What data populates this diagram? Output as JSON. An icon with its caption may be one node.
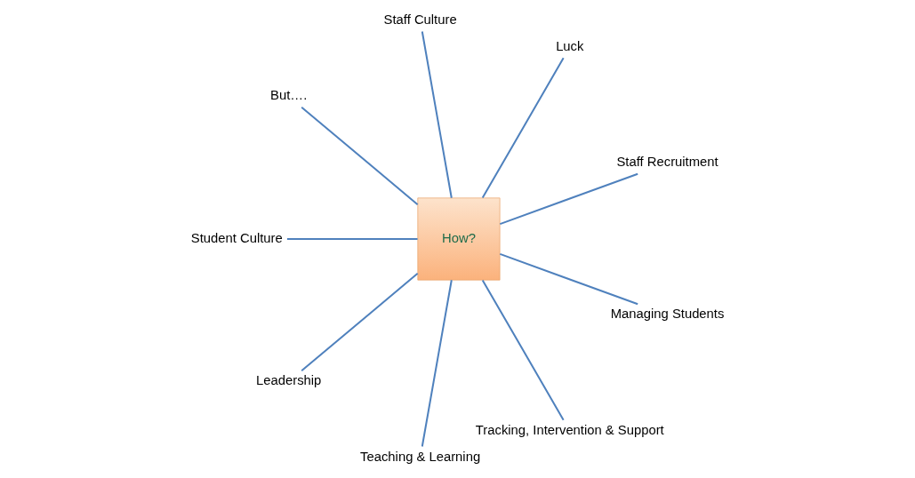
{
  "diagram": {
    "nodes": [
      {
        "text": [
          "How?"
        ]
      },
      {
        "text": [
          "Staff Recruitment"
        ]
      },
      {
        "text": [
          "Luck"
        ]
      },
      {
        "text": [
          "Staff Culture"
        ]
      },
      {
        "text": [
          "But…."
        ]
      },
      {
        "text": [
          "Student Culture"
        ]
      },
      {
        "text": [
          "Leadership"
        ]
      },
      {
        "text": [
          "Teaching & Learning"
        ]
      },
      {
        "text": [
          "Tracking, Intervention & Support"
        ]
      },
      {
        "text": [
          "Managing Students"
        ]
      }
    ],
    "edges": [
      {
        "from": 0,
        "to": 1,
        "arrow": "none"
      },
      {
        "from": 0,
        "to": 3,
        "arrow": "none"
      },
      {
        "from": 0,
        "to": 5,
        "arrow": "none"
      },
      {
        "from": 0,
        "to": 7,
        "arrow": "none"
      },
      {
        "from": 0,
        "to": 8,
        "arrow": "none"
      },
      {
        "from": 0,
        "to": 9,
        "arrow": "none"
      },
      {
        "from": 0,
        "to": 6,
        "arrow": "none"
      },
      {
        "from": 0,
        "to": 4,
        "arrow": "none"
      },
      {
        "from": 0,
        "to": 2,
        "arrow": "none"
      }
    ]
  }
}
